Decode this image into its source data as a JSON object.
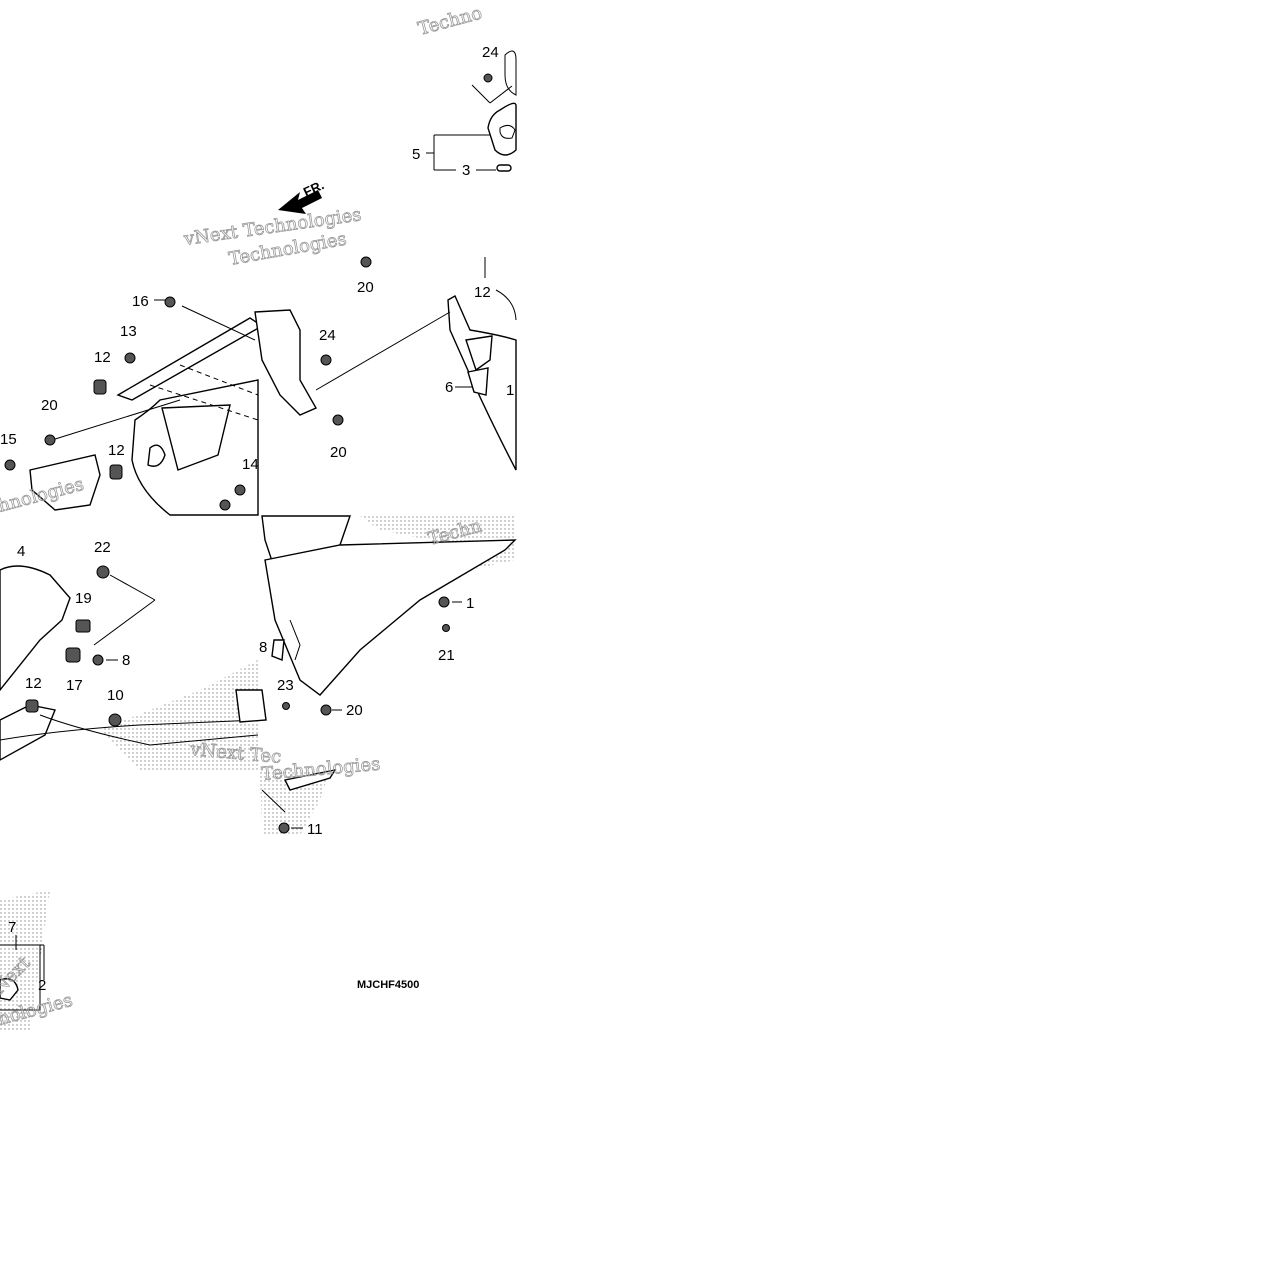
{
  "diagram_code": "MJCHF4500",
  "direction_label": "FR.",
  "watermarks": [
    "Techno",
    "vNext Technologies",
    "vNext Tec",
    "Technologies",
    "Techn",
    "hnologies",
    "nologies",
    "Next",
    "Technologies"
  ],
  "callouts": [
    "24",
    "5",
    "3",
    "16",
    "13",
    "12",
    "20",
    "15",
    "12",
    "14",
    "24",
    "20",
    "12",
    "6",
    "1",
    "20",
    "4",
    "22",
    "19",
    "8",
    "17",
    "12",
    "10",
    "1",
    "21",
    "8",
    "23",
    "20",
    "11",
    "7",
    "2"
  ],
  "icons": [
    "fr-arrow-icon"
  ]
}
